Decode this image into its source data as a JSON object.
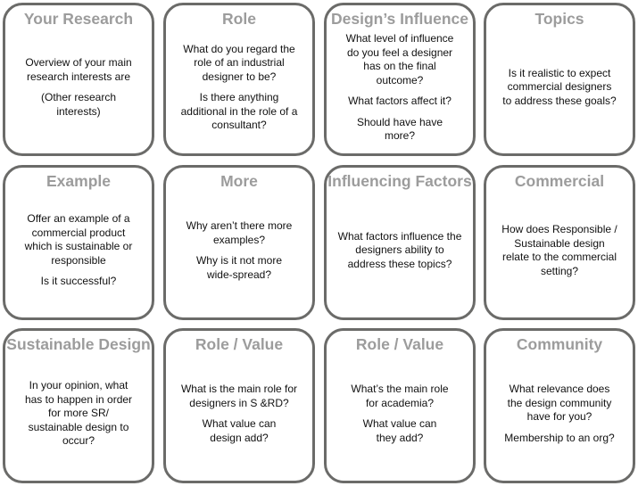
{
  "cards": [
    {
      "title": "Your Research",
      "questions": [
        "Overview of your main research interests are",
        "(Other research interests)"
      ]
    },
    {
      "title": "Role",
      "questions": [
        "What do you regard the role of an industrial designer to be?",
        "Is there anything additional in the role of a consultant?"
      ]
    },
    {
      "title": "Design’s Influence",
      "questions": [
        "What level of influence do you feel a designer has on the final outcome?",
        "What factors affect it?",
        "Should have have more?"
      ]
    },
    {
      "title": "Topics",
      "questions": [
        "Is it realistic to expect commercial designers to address these goals?"
      ]
    },
    {
      "title": "Example",
      "questions": [
        "Offer an example of a commercial product which is sustainable or responsible",
        "Is it successful?"
      ]
    },
    {
      "title": "More",
      "questions": [
        "Why aren’t there more examples?",
        "Why is it not more wide-spread?"
      ]
    },
    {
      "title": "Influencing Factors",
      "questions": [
        "What factors influence the designers ability to address these topics?"
      ]
    },
    {
      "title": "Commercial",
      "questions": [
        "How does Responsible / Sustainable design relate to the commercial setting?"
      ]
    },
    {
      "title": "Sustainable Design",
      "questions": [
        "In your opinion, what has to happen in order for more SR/ sustainable design to occur?"
      ]
    },
    {
      "title": "Role / Value",
      "questions": [
        "What is the main role for designers in S &RD?",
        "What value can design add?"
      ]
    },
    {
      "title": "Role / Value",
      "questions": [
        "What’s the main role for academia?",
        "What value can they add?"
      ]
    },
    {
      "title": "Community",
      "questions": [
        "What relevance does the design community have for you?",
        "Membership to an org?"
      ]
    }
  ]
}
